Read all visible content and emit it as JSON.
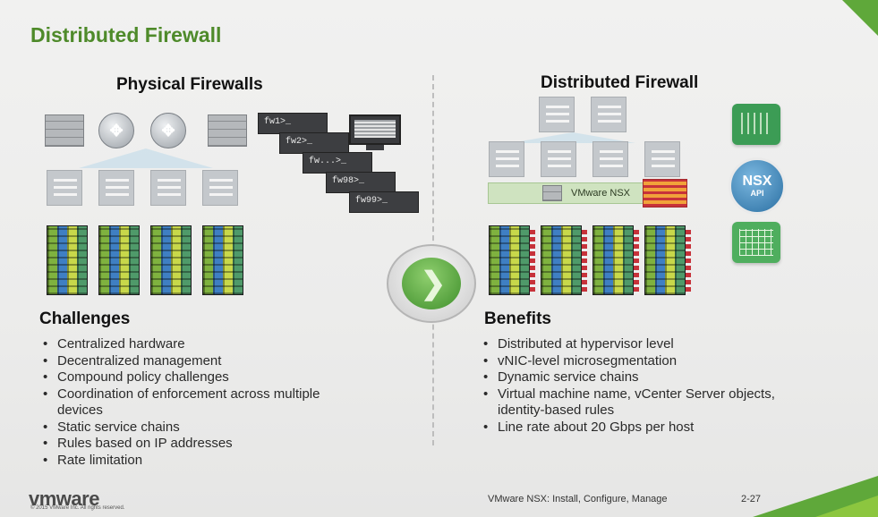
{
  "slide": {
    "title": "Distributed Firewall",
    "page_number": "2-27",
    "course": "VMware NSX: Install, Configure, Manage",
    "copyright": "© 2015 VMware Inc. All rights reserved.",
    "logo": "vmware"
  },
  "left": {
    "title": "Physical Firewalls",
    "terminals": [
      "fw1>_",
      "fw2>_",
      "fw...>_",
      "fw98>_",
      "fw99>_"
    ],
    "section_title": "Challenges",
    "items": [
      "Centralized hardware",
      "Decentralized management",
      "Compound policy challenges",
      "Coordination of enforcement across multiple devices",
      "Static service chains",
      "Rules based on IP addresses",
      "Rate limitation"
    ]
  },
  "right": {
    "title": "Distributed Firewall",
    "nsx_bar_label": "VMware NSX",
    "nsx_api": {
      "top": "NSX",
      "bottom": "API"
    },
    "section_title": "Benefits",
    "items": [
      "Distributed at hypervisor level",
      "vNIC-level microsegmentation",
      "Dynamic service chains",
      "Virtual machine name, vCenter Server objects, identity-based rules",
      "Line rate  about 20 Gbps per host"
    ]
  },
  "colors": {
    "title_green": "#4e8a2a",
    "accent_green": "#5fa83a",
    "light_green": "#8cc63f",
    "firewall_red": "#c7323a"
  },
  "icons": [
    "firewall-icon",
    "router-icon",
    "server-icon",
    "rack-icon",
    "monitor-icon",
    "next-arrow-icon",
    "dashboard-icon",
    "nsx-api-icon",
    "grid-chart-icon"
  ]
}
